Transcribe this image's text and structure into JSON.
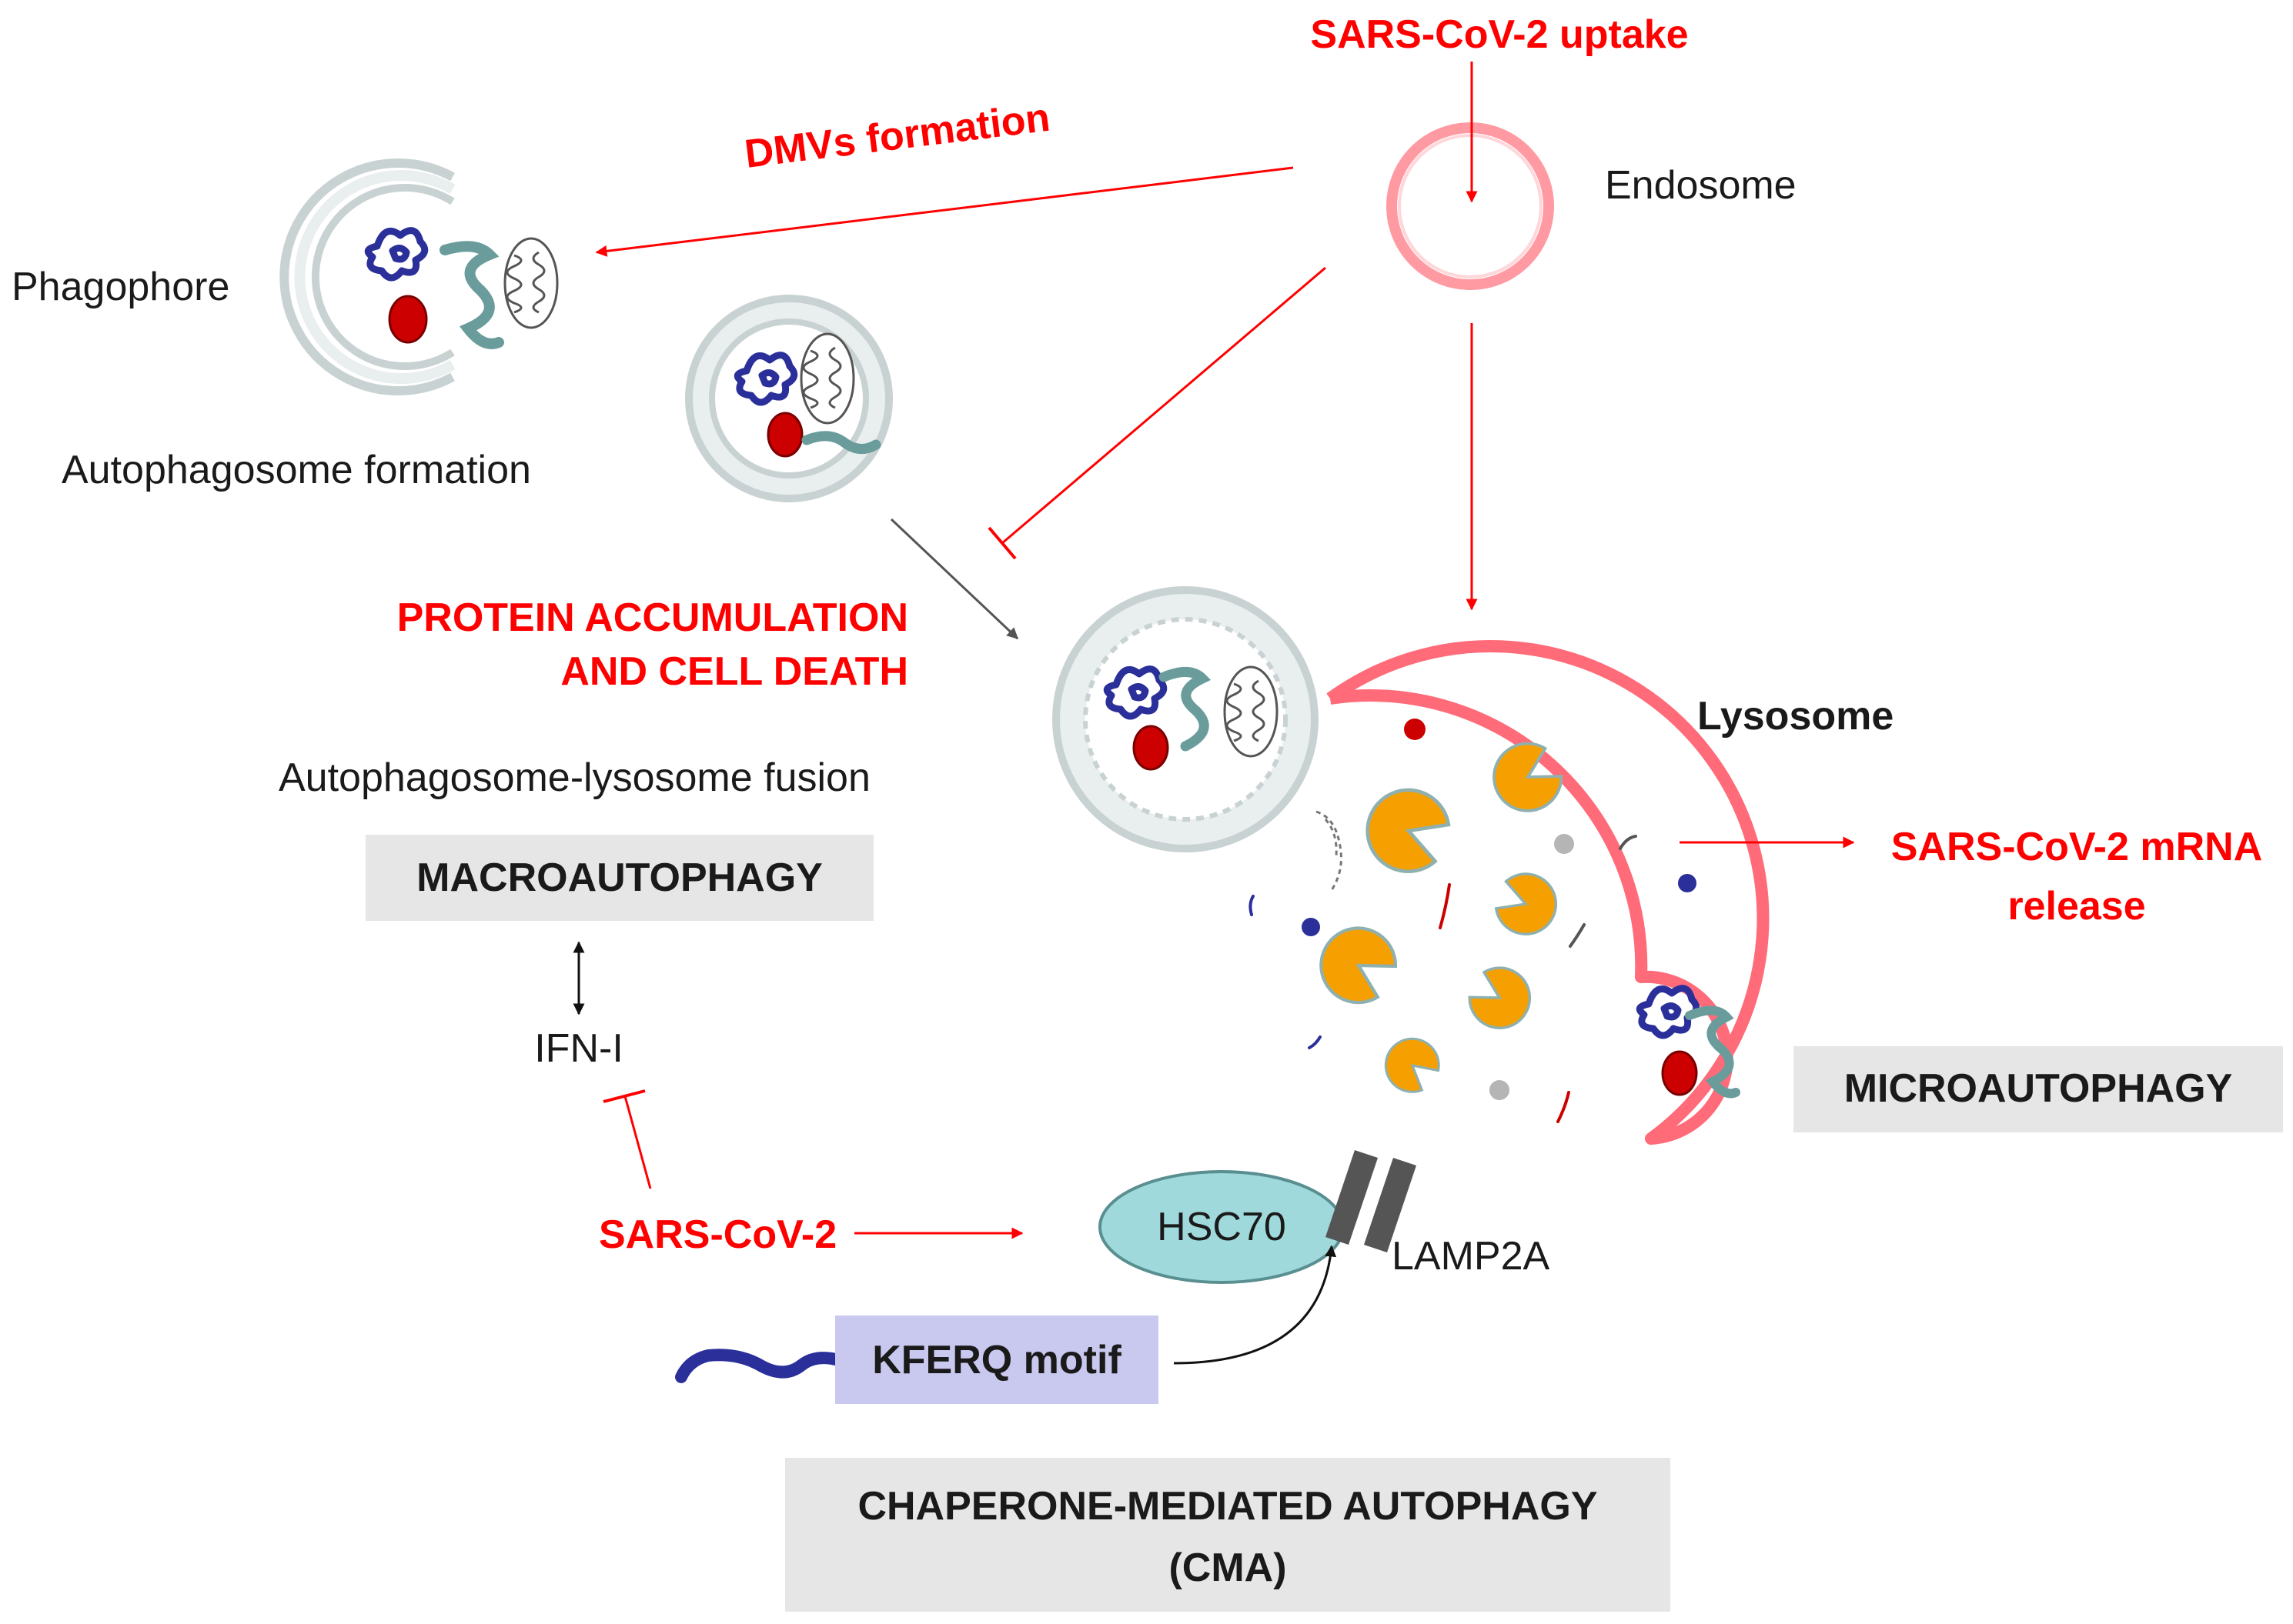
{
  "labels": {
    "uptake": "SARS-CoV-2 uptake",
    "dmvs": "DMVs formation",
    "endosome": "Endosome",
    "phagophore": "Phagophore",
    "autophagosome_formation": "Autophagosome formation",
    "protein_accumulation_1": "PROTEIN ACCUMULATION",
    "protein_accumulation_2": "AND CELL DEATH",
    "fusion": "Autophagosome-lysosome  fusion",
    "lysosome": "Lysosome",
    "mrna_release_1": "SARS-CoV-2 mRNA",
    "mrna_release_2": "release",
    "macroautophagy": "MACROAUTOPHAGY",
    "ifn": "IFN-I",
    "microautophagy": "MICROAUTOPHAGY",
    "sarscov2": "SARS-CoV-2",
    "hsc70": "HSC70",
    "lamp2a": "LAMP2A",
    "kferq": "KFERQ motif",
    "cma_1": "CHAPERONE-MEDIATED  AUTOPHAGY",
    "cma_2": "(CMA)"
  },
  "colors": {
    "red": "#ff0000",
    "membrane_gray": "#c9d2d2",
    "membrane_fill": "#e9eeee",
    "lysosome_pink": "#ff6b78",
    "endosome_pink": "#ffb3b8",
    "enzyme_orange": "#f5a000",
    "protein_blue": "#2a2f9a",
    "teal_strand": "#6b9c9c",
    "hsc70_fill": "#9fd9db",
    "box_gray": "#e6e6e6",
    "kferq_box": "#c9c9f0"
  }
}
